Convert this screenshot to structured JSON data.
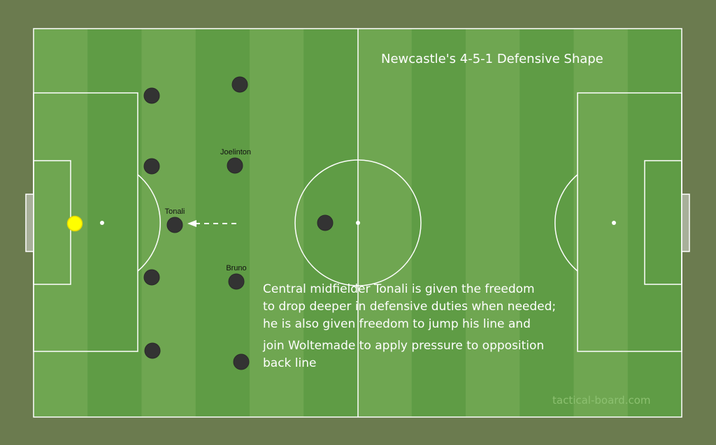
{
  "title": "Newcastle's 4-5-1 Defensive Shape",
  "note_lines": [
    "Central midfielder Tonali is given the freedom",
    "to drop deeper in defensive duties when needed;",
    "he is also given freedom to jump his line and",
    "join Woltemade to apply pressure to opposition",
    "back line"
  ],
  "players": {
    "joelinton": "Joelinton",
    "tonali": "Tonali",
    "bruno": "Bruno"
  },
  "watermark": "tactical-board.com",
  "colors": {
    "background": "#6b7b4f",
    "stripe_light": "#6fa651",
    "stripe_dark": "#5f9c45",
    "player": "#333333",
    "ball": "#ffff00"
  }
}
